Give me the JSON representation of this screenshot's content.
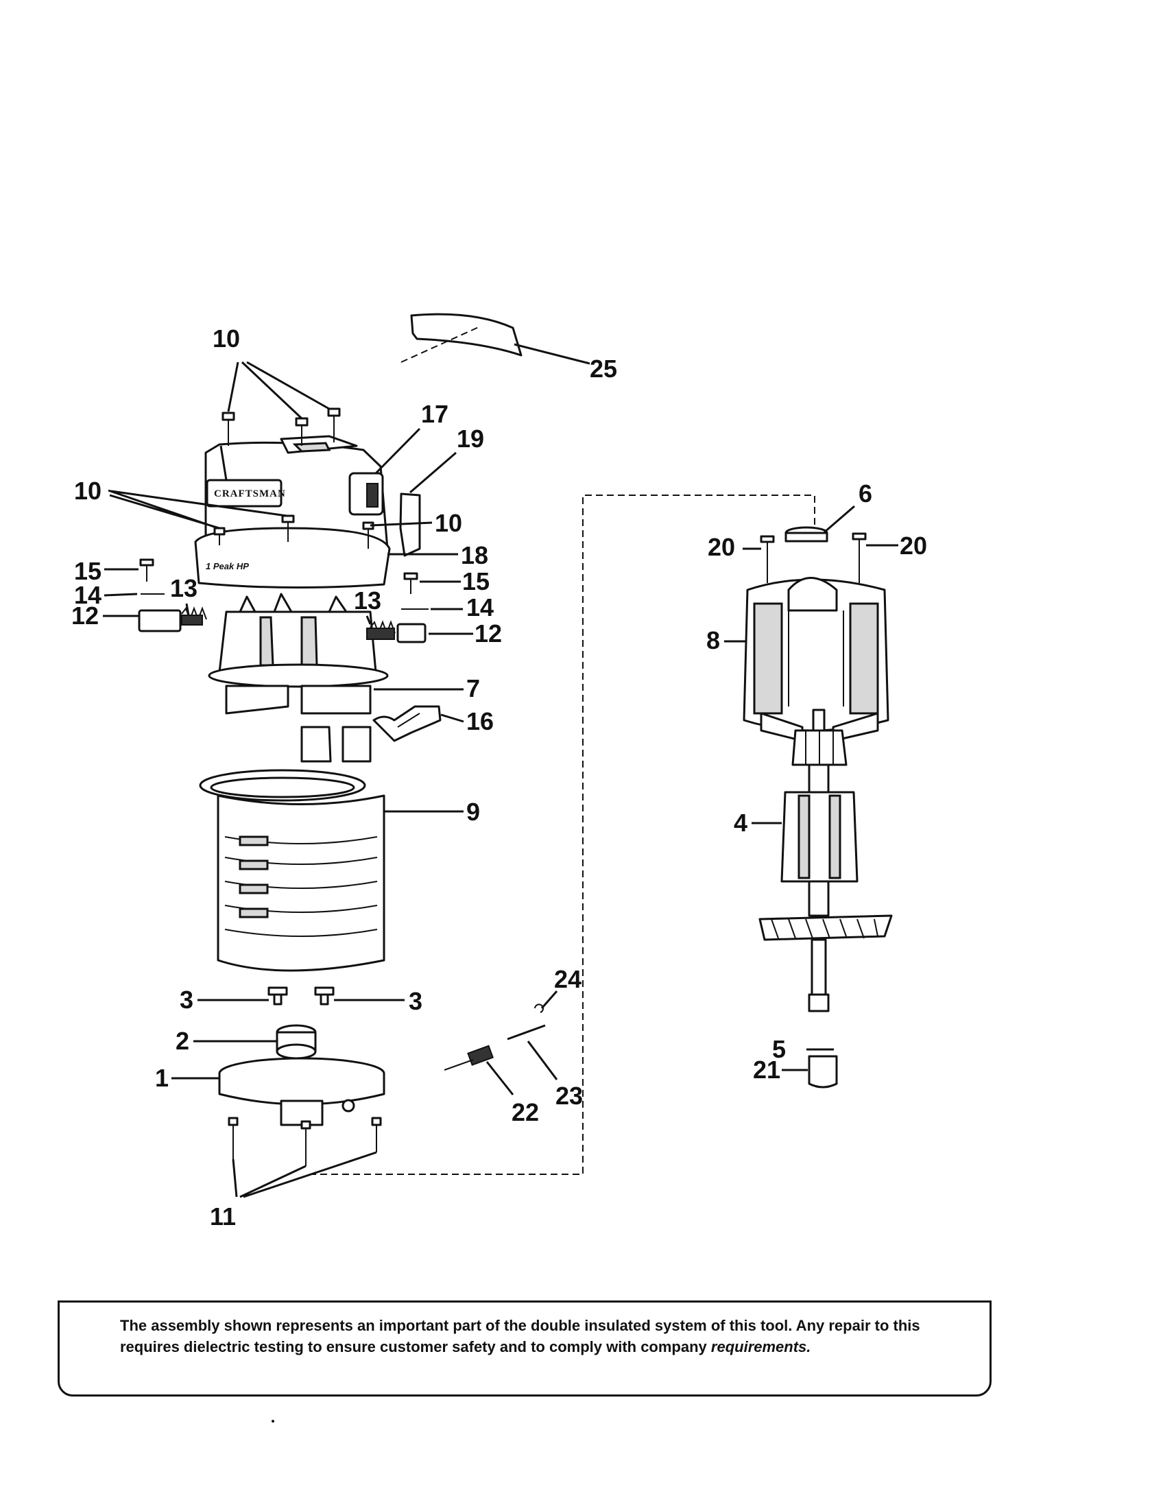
{
  "labels": {
    "l1": "1",
    "l2": "2",
    "l3a": "3",
    "l3b": "3",
    "l4": "4",
    "l5": "5",
    "l6": "6",
    "l7": "7",
    "l8": "8",
    "l9": "9",
    "l10a": "10",
    "l10b": "10",
    "l10c": "10",
    "l11": "11",
    "l12a": "12",
    "l12b": "12",
    "l13a": "13",
    "l13b": "13",
    "l14a": "14",
    "l14b": "14",
    "l15a": "15",
    "l15b": "15",
    "l16": "16",
    "l17": "17",
    "l18": "18",
    "l19": "19",
    "l20a": "20",
    "l20b": "20",
    "l21": "21",
    "l22": "22",
    "l23": "23",
    "l24": "24",
    "l25": "25"
  },
  "housing_text": {
    "brand": "CRAFTSMAN",
    "rating": "1 Peak HP"
  },
  "notice": {
    "text": "The assembly shown represents an important part of the double insulated system of this tool. Any repair to this requires dielectric testing to ensure customer safety and to comply with company",
    "text_emphasis": "requirements."
  }
}
